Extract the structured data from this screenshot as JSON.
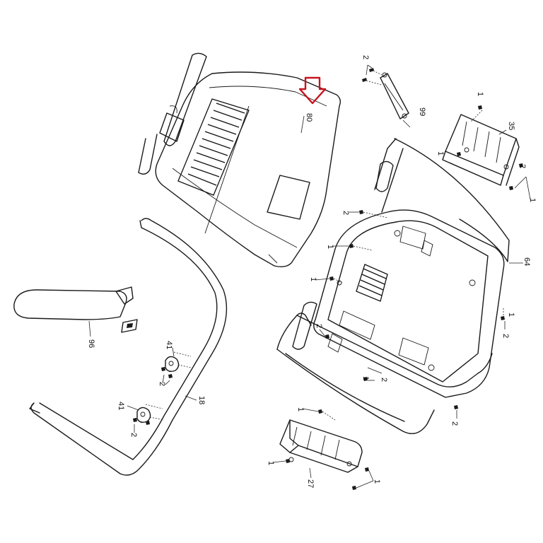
{
  "diagram": {
    "highlight_color": "#c8141e",
    "line_color": "#1a1a1a",
    "callouts": {
      "c80": "80",
      "c99": "99",
      "c35": "35",
      "c64": "64",
      "c96": "96",
      "c18": "18",
      "c27": "27",
      "c41a": "41",
      "c41b": "41",
      "c2_top": "2",
      "c2_left1": "2",
      "c2_left2": "2",
      "c2_left3": "2",
      "c2_right": "2",
      "c2_mid": "2",
      "c2_bottom": "2",
      "c2_h1": "2",
      "c2_h2": "2",
      "c1_a": "1",
      "c1_b": "1",
      "c1_c": "1",
      "c1_d": "1",
      "c1_e": "1",
      "c1_f": "1",
      "c1_g": "1",
      "c1_h": "1",
      "c1_i": "1",
      "c1_j": "1"
    }
  }
}
